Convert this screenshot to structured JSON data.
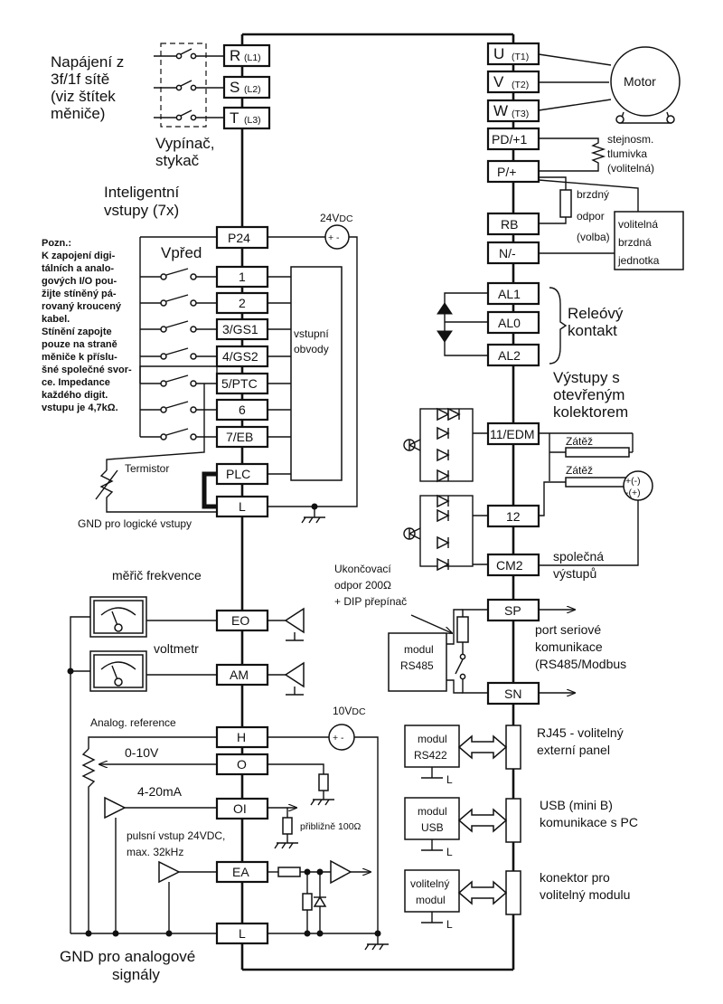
{
  "colors": {
    "line": "#111111",
    "background": "#ffffff"
  },
  "supply": {
    "label": [
      "Napájení z",
      "3f/1f  sítě",
      "(viz štítek",
      "měniče)"
    ],
    "breaker_label": [
      "Vypínač,",
      "stykač"
    ],
    "terminals": [
      {
        "main": "R",
        "sub": "(L1)"
      },
      {
        "main": "S",
        "sub": "(L2)"
      },
      {
        "main": "T",
        "sub": "(L3)"
      }
    ]
  },
  "motor": {
    "label": "Motor",
    "terminals": [
      {
        "main": "U",
        "sub": "(T1)"
      },
      {
        "main": "V",
        "sub": "(T2)"
      },
      {
        "main": "W",
        "sub": "(T3)"
      }
    ]
  },
  "dc_bus": {
    "terminals": [
      "PD/+1",
      "P/+",
      "RB",
      "N/-"
    ],
    "choke_label": [
      "stejnosm.",
      "tlumivka",
      "(volitelná)"
    ],
    "resistor_label": [
      "brzdný",
      "odpor",
      "(volba)"
    ],
    "brake_unit_label": [
      "volitelná",
      "brzdná",
      "jednotka"
    ]
  },
  "inputs": {
    "title": [
      "Inteligentní",
      "vstupy (7x)"
    ],
    "forward_label": "Vpřed",
    "supply_label": "24V",
    "supply_sub": "DC",
    "supply_signs": "+ -",
    "p24": "P24",
    "terminals": [
      "1",
      "2",
      "3/GS1",
      "4/GS2",
      "5/PTC",
      "6",
      "7/EB"
    ],
    "circuit_label": [
      "vstupní",
      "obvody"
    ],
    "plc": "PLC",
    "l": "L",
    "thermistor_label": "Termistor",
    "gnd_label": "GND  pro logické vstupy"
  },
  "note": {
    "lines": [
      "Pozn.:",
      "K zapojení digi-",
      "tálních a analo-",
      "gových I/O pou-",
      "žijte stíněný pá-",
      "rovaný kroucený",
      "kabel.",
      "Stínění zapojte",
      "pouze na straně",
      "měniče k příslu-",
      "šné společné svor-",
      "ce. Impedance",
      "každého digit.",
      "vstupu je 4,7kΩ."
    ]
  },
  "relay": {
    "terminals": [
      "AL1",
      "AL0",
      "AL2"
    ],
    "label": [
      "Releóvý",
      "kontakt"
    ]
  },
  "open_collector": {
    "title": [
      "Výstupy s",
      "otevřeným",
      "kolektorem"
    ],
    "terminals": [
      "11/EDM",
      "12",
      "CM2"
    ],
    "load_label": "Zátěž",
    "supply_signs": [
      "+(-)",
      "-(+)"
    ],
    "common_label": [
      "společná",
      "výstupů"
    ]
  },
  "serial": {
    "termination_label": [
      "Ukončovací",
      "odpor 200Ω",
      "+ DIP přepínač"
    ],
    "module_label": [
      "modul",
      "RS485"
    ],
    "terminals": [
      "SP",
      "SN"
    ],
    "port_label": [
      "port seriové",
      "komunikace",
      "(RS485/Modbus"
    ]
  },
  "analog_out": {
    "freq_meter_label": "měřič frekvence",
    "voltmeter_label": "voltmetr",
    "terminals": [
      "EO",
      "AM"
    ]
  },
  "analog_in": {
    "reference_label": "Analog. reference",
    "supply_label": "10V",
    "supply_sub": "DC",
    "supply_signs": "+ -",
    "range_v": "0-10V",
    "range_ma": "4-20mA",
    "pulse_label": [
      "pulsní vstup 24VDC,",
      "max. 32kHz"
    ],
    "approx_label": "přibližně 100Ω",
    "terminals": [
      "H",
      "O",
      "OI",
      "EA",
      "L"
    ],
    "gnd_label": [
      "GND pro analogové",
      "signály"
    ]
  },
  "ports": {
    "rj45": {
      "module": [
        "modul",
        "RS422"
      ],
      "label": [
        "RJ45 - volitelný",
        "externí panel"
      ],
      "gnd": "L"
    },
    "usb": {
      "module": [
        "modul",
        "USB"
      ],
      "label": [
        "USB (mini B)",
        "komunikace s PC"
      ],
      "gnd": "L"
    },
    "option": {
      "module": [
        "volitelný",
        "modul"
      ],
      "label": [
        "konektor pro",
        "volitelný modulu"
      ],
      "gnd": "L"
    }
  }
}
